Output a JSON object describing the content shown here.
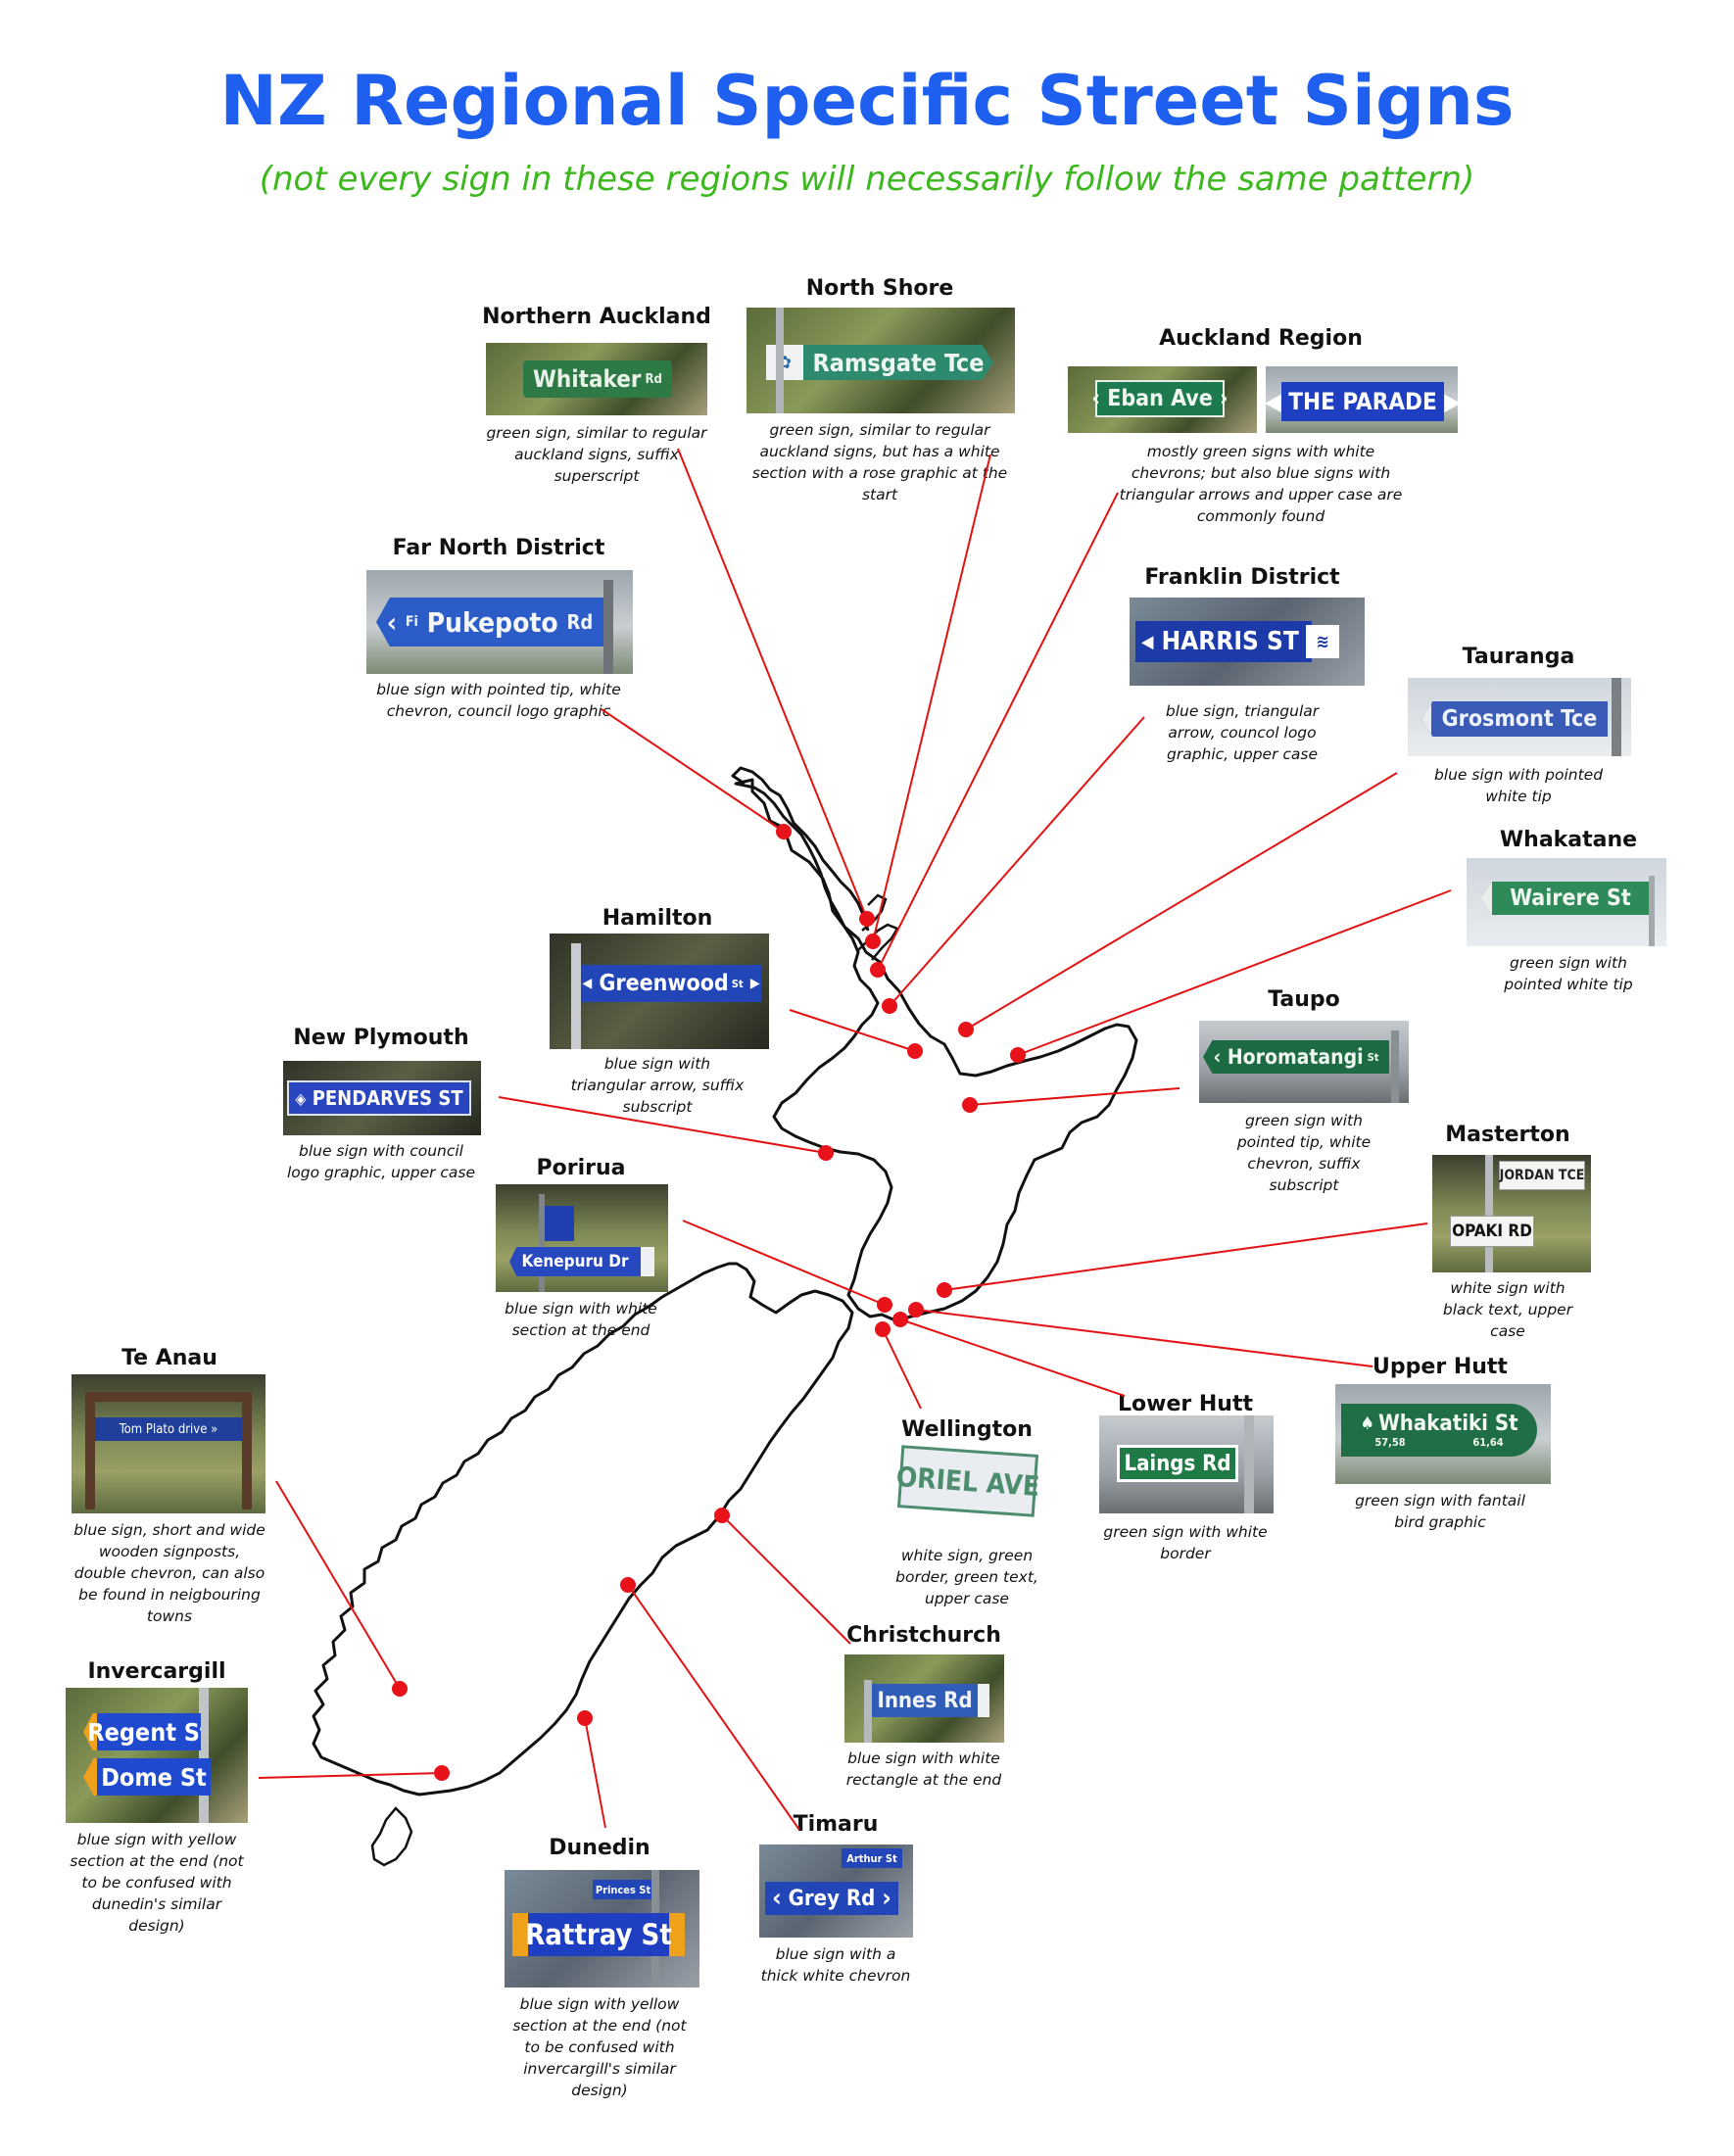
{
  "title": "NZ Regional Specific Street Signs",
  "subtitle": "(not every sign in these regions will necessarily follow the same pattern)",
  "colors": {
    "title": "#1e5ff0",
    "subtitle": "#3cb81e",
    "leader_line": "#e31212",
    "marker": "#e8121a",
    "sign_blue": "#1f47c2",
    "sign_green": "#1d7a4e",
    "sign_yellow": "#f0a11c"
  },
  "regions": [
    {
      "name": "Northern Auckland",
      "sign_text": "Whitaker",
      "sign_suffix": "Rd",
      "description": "green sign, similar to regular auckland signs, suffix superscript"
    },
    {
      "name": "North Shore",
      "sign_text": "Ramsgate Tce",
      "description": "green sign, similar to regular auckland signs, but has a white section with a rose graphic at the start"
    },
    {
      "name": "Auckland Region",
      "sign_text": "Eban Ave",
      "sign_text_2": "THE PARADE",
      "description": "mostly green signs with white chevrons; but also blue signs with triangular arrows and upper case are commonly found"
    },
    {
      "name": "Far North District",
      "sign_text": "Pukepoto",
      "sign_suffix": "Rd",
      "sign_prefix": "Fi",
      "description": "blue sign with pointed tip, white chevron, council logo graphic"
    },
    {
      "name": "Franklin District",
      "sign_text": "HARRIS ST",
      "description": "blue sign, triangular arrow, councol logo graphic, upper case"
    },
    {
      "name": "Tauranga",
      "sign_text": "Grosmont Tce",
      "description": "blue sign with pointed white tip"
    },
    {
      "name": "Whakatane",
      "sign_text": "Wairere St",
      "description": "green sign with pointed white tip"
    },
    {
      "name": "Hamilton",
      "sign_text": "Greenwood",
      "sign_suffix": "St",
      "description": "blue sign with triangular arrow, suffix subscript"
    },
    {
      "name": "Taupo",
      "sign_text": "Horomatangi",
      "sign_suffix": "St",
      "description": "green sign with pointed tip, white chevron, suffix subscript"
    },
    {
      "name": "New Plymouth",
      "sign_text": "PENDARVES ST",
      "description": "blue sign with council logo graphic, upper case"
    },
    {
      "name": "Porirua",
      "sign_text": "Kenepuru Dr",
      "description": "blue sign with white section at the end"
    },
    {
      "name": "Masterton",
      "sign_text": "OPAKI RD",
      "sign_text_2": "JORDAN TCE",
      "description": "white sign with black text, upper case"
    },
    {
      "name": "Upper Hutt",
      "sign_text": "Whakatiki St",
      "sign_numbers_left": "57,58",
      "sign_numbers_right": "61,64",
      "description": "green sign with fantail bird graphic"
    },
    {
      "name": "Lower Hutt",
      "sign_text": "Laings Rd",
      "description": "green sign with white border"
    },
    {
      "name": "Wellington",
      "sign_text": "ORIEL AVE",
      "description": "white sign, green border, green text, upper case"
    },
    {
      "name": "Te Anau",
      "sign_text": "Tom Plato drive",
      "description": "blue sign, short and wide wooden signposts, double chevron, can also be found in neigbouring towns"
    },
    {
      "name": "Christchurch",
      "sign_text": "Innes Rd",
      "description": "blue sign with white rectangle at the end"
    },
    {
      "name": "Invercargill",
      "sign_text": "Regent St",
      "sign_text_2": "Dome St",
      "description": "blue sign with yellow section at the end (not to be confused with dunedin's similar design)"
    },
    {
      "name": "Timaru",
      "sign_text": "Grey Rd",
      "sign_text_2": "Arthur St",
      "description": "blue sign with a thick white chevron"
    },
    {
      "name": "Dunedin",
      "sign_text": "Rattray St",
      "sign_text_2": "Princes St",
      "description": "blue sign with yellow section at the end (not to be confused with invercargill's similar design)"
    }
  ]
}
